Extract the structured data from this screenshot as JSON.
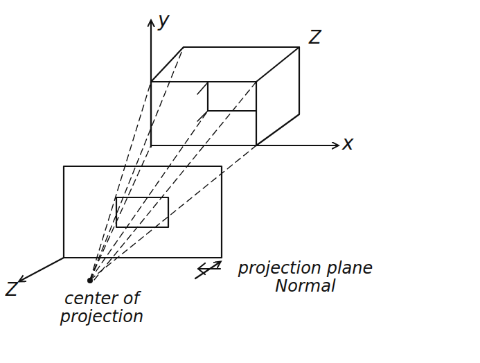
{
  "diagram": {
    "labels": [
      "y",
      "Z",
      "x",
      "Z",
      "center of projection",
      "projection plane Normal"
    ]
  }
}
